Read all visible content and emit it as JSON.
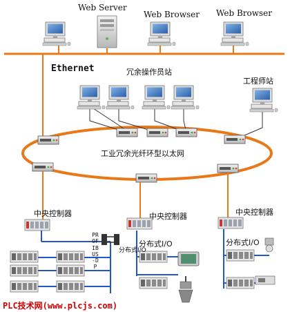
{
  "labels": {
    "web_server": "Web Server",
    "web_browser_1": "Web Browser",
    "web_browser_2": "Web Browser",
    "ethernet": "Ethernet",
    "operator_stations": "冗余操作员站",
    "engineer_station": "工程师站",
    "ring_network": "工业冗余光纤环型以太网",
    "controller_1": "中央控制器",
    "controller_2": "中央控制器",
    "controller_3": "中央控制器",
    "dist_io_1": "分布式I/O",
    "dist_io_2": "分布式I/O",
    "dist_io_3": "分布式I/O",
    "profibus": "PROFIBUS-DP"
  },
  "footer": "PLC技术网(www.plcjs.com)",
  "colors": {
    "ethernet_bus": "#e87818",
    "ring": "#e87818",
    "io_bus": "#2255cc",
    "footer": "#d00000"
  }
}
